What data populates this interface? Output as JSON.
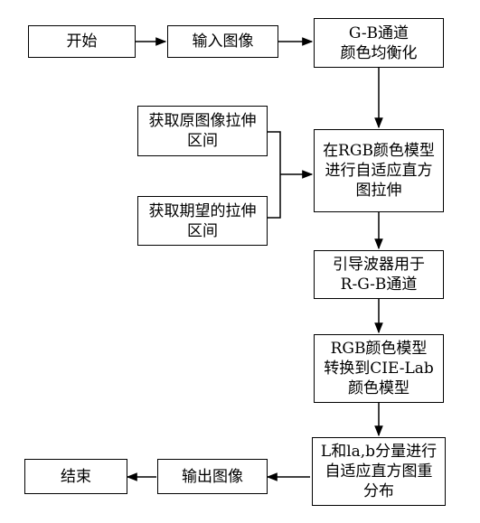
{
  "diagram": {
    "nodes": [
      {
        "id": "start",
        "text": "开始"
      },
      {
        "id": "input",
        "text": "输入图像"
      },
      {
        "id": "gb_eq",
        "text": "G-B通道\n颜色均衡化"
      },
      {
        "id": "orig_interval",
        "text": "获取原图像拉伸\n区间"
      },
      {
        "id": "expect_interval",
        "text": "获取期望的拉伸\n区间"
      },
      {
        "id": "rgb_stretch",
        "text": "在RGB颜色模型\n进行自适应直方\n图拉伸"
      },
      {
        "id": "guided_filter",
        "text": "引导波器用于\nR-G-B通道"
      },
      {
        "id": "rgb_to_lab",
        "text": "RGB颜色模型\n转换到CIE-Lab\n颜色模型"
      },
      {
        "id": "lab_redistribute",
        "text": "L和la,b分量进行\n自适应直方图重\n分布"
      },
      {
        "id": "output",
        "text": "输出图像"
      },
      {
        "id": "end",
        "text": "结束"
      }
    ],
    "edges": [
      {
        "from": "start",
        "to": "input"
      },
      {
        "from": "input",
        "to": "gb_eq"
      },
      {
        "from": "gb_eq",
        "to": "rgb_stretch"
      },
      {
        "from": "orig_interval",
        "to": "rgb_stretch"
      },
      {
        "from": "expect_interval",
        "to": "rgb_stretch"
      },
      {
        "from": "rgb_stretch",
        "to": "guided_filter"
      },
      {
        "from": "guided_filter",
        "to": "rgb_to_lab"
      },
      {
        "from": "rgb_to_lab",
        "to": "lab_redistribute"
      },
      {
        "from": "lab_redistribute",
        "to": "output"
      },
      {
        "from": "output",
        "to": "end"
      }
    ]
  }
}
